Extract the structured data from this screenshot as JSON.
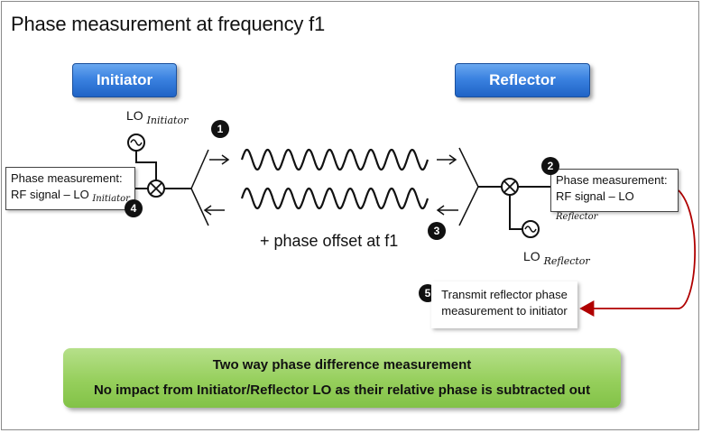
{
  "title": "Phase measurement at frequency f1",
  "roles": {
    "initiator": "Initiator",
    "reflector": "Reflector"
  },
  "lo": {
    "prefix": "LO",
    "initiator_sub": "Initiator",
    "reflector_sub": "Reflector"
  },
  "initiator_box": {
    "line1": "Phase measurement:",
    "line2": "RF signal – LO",
    "sub": "Initiator"
  },
  "reflector_box": {
    "line1": "Phase measurement:",
    "line2": "RF signal – LO",
    "sub": "Reflector"
  },
  "badges": [
    "1",
    "2",
    "3",
    "4",
    "5"
  ],
  "phase_offset": "+ phase offset at f1",
  "transmit": {
    "line1": "Transmit reflector phase",
    "line2": "measurement to initiator"
  },
  "summary": {
    "line1": "Two way phase difference measurement",
    "line2": "No impact from Initiator/Reflector LO as their relative phase is subtracted out"
  },
  "colors": {
    "button_blue": "#3b82e0",
    "summary_green": "#96cf5c",
    "feedback_arrow": "#b00000"
  }
}
